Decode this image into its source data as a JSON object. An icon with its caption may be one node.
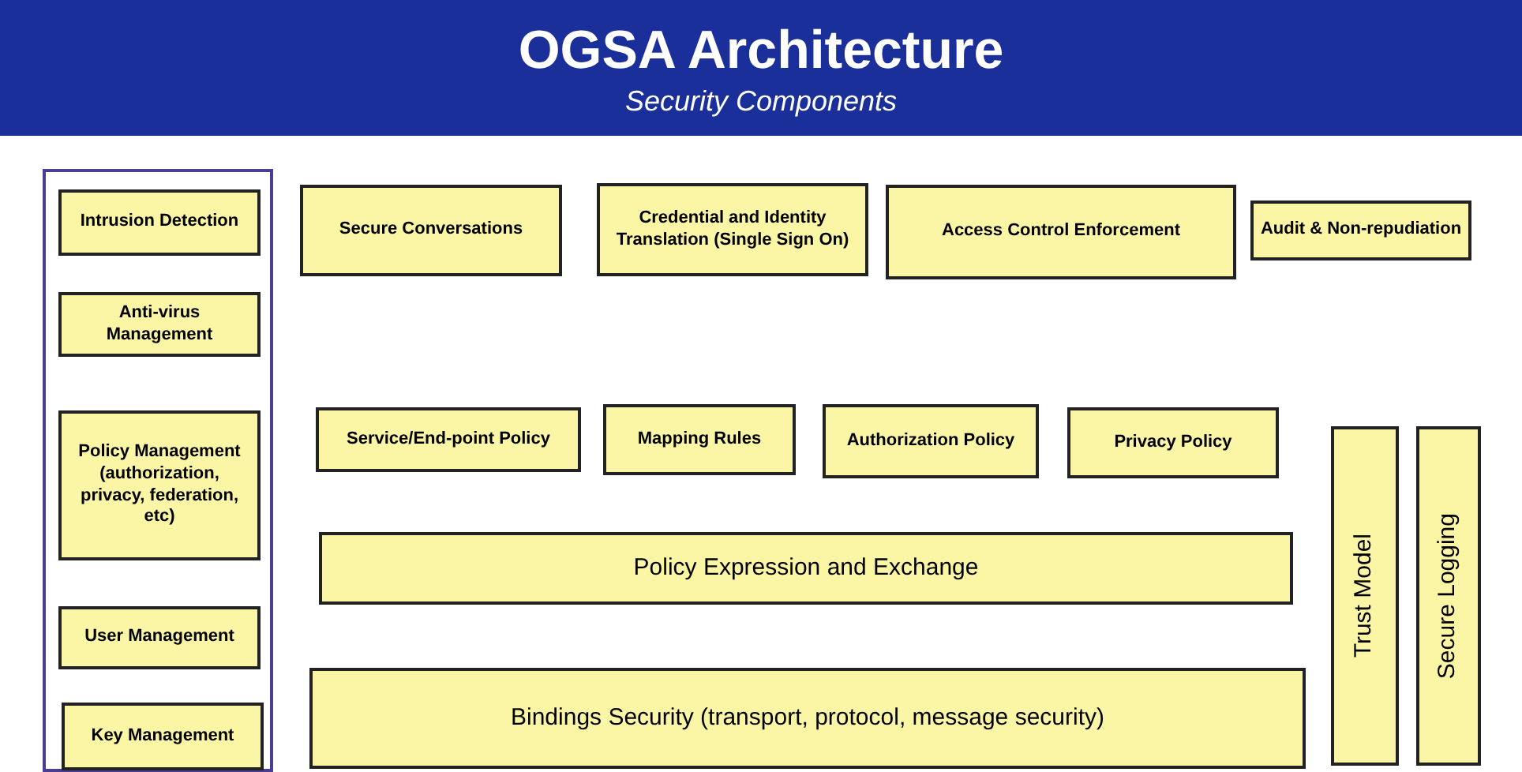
{
  "diagram": {
    "title": "OGSA Architecture",
    "caption": "Security Components",
    "nodes": [
      {
        "text": [],
        "shape": "box"
      },
      {
        "text": [
          "Intrusion Detection"
        ],
        "in": 0
      },
      {
        "text": [
          "Anti-virus Management"
        ],
        "in": 0
      },
      {
        "text": [
          "Policy Management (authorization, privacy, federation, etc)"
        ],
        "in": 0
      },
      {
        "text": [
          "User Management"
        ],
        "in": 0
      },
      {
        "text": [
          "Key Management"
        ],
        "in": 0
      },
      {
        "text": [
          "Secure Conversations"
        ]
      },
      {
        "text": [
          "Credential and Identity Translation (Single Sign On)"
        ]
      },
      {
        "text": [
          "Access Control Enforcement"
        ]
      },
      {
        "text": [
          "Audit & Non-repudiation"
        ]
      },
      {
        "text": [
          "Service/End-point Policy"
        ]
      },
      {
        "text": [
          "Mapping Rules"
        ]
      },
      {
        "text": [
          "Authorization Policy"
        ]
      },
      {
        "text": [
          "Privacy Policy"
        ]
      },
      {
        "text": [
          "Policy Expression and Exchange"
        ]
      },
      {
        "text": [
          "Bindings Security (transport, protocol, message security)"
        ]
      },
      {
        "text": [
          "Trust Model"
        ]
      },
      {
        "text": [
          "Secure Logging"
        ]
      }
    ]
  }
}
